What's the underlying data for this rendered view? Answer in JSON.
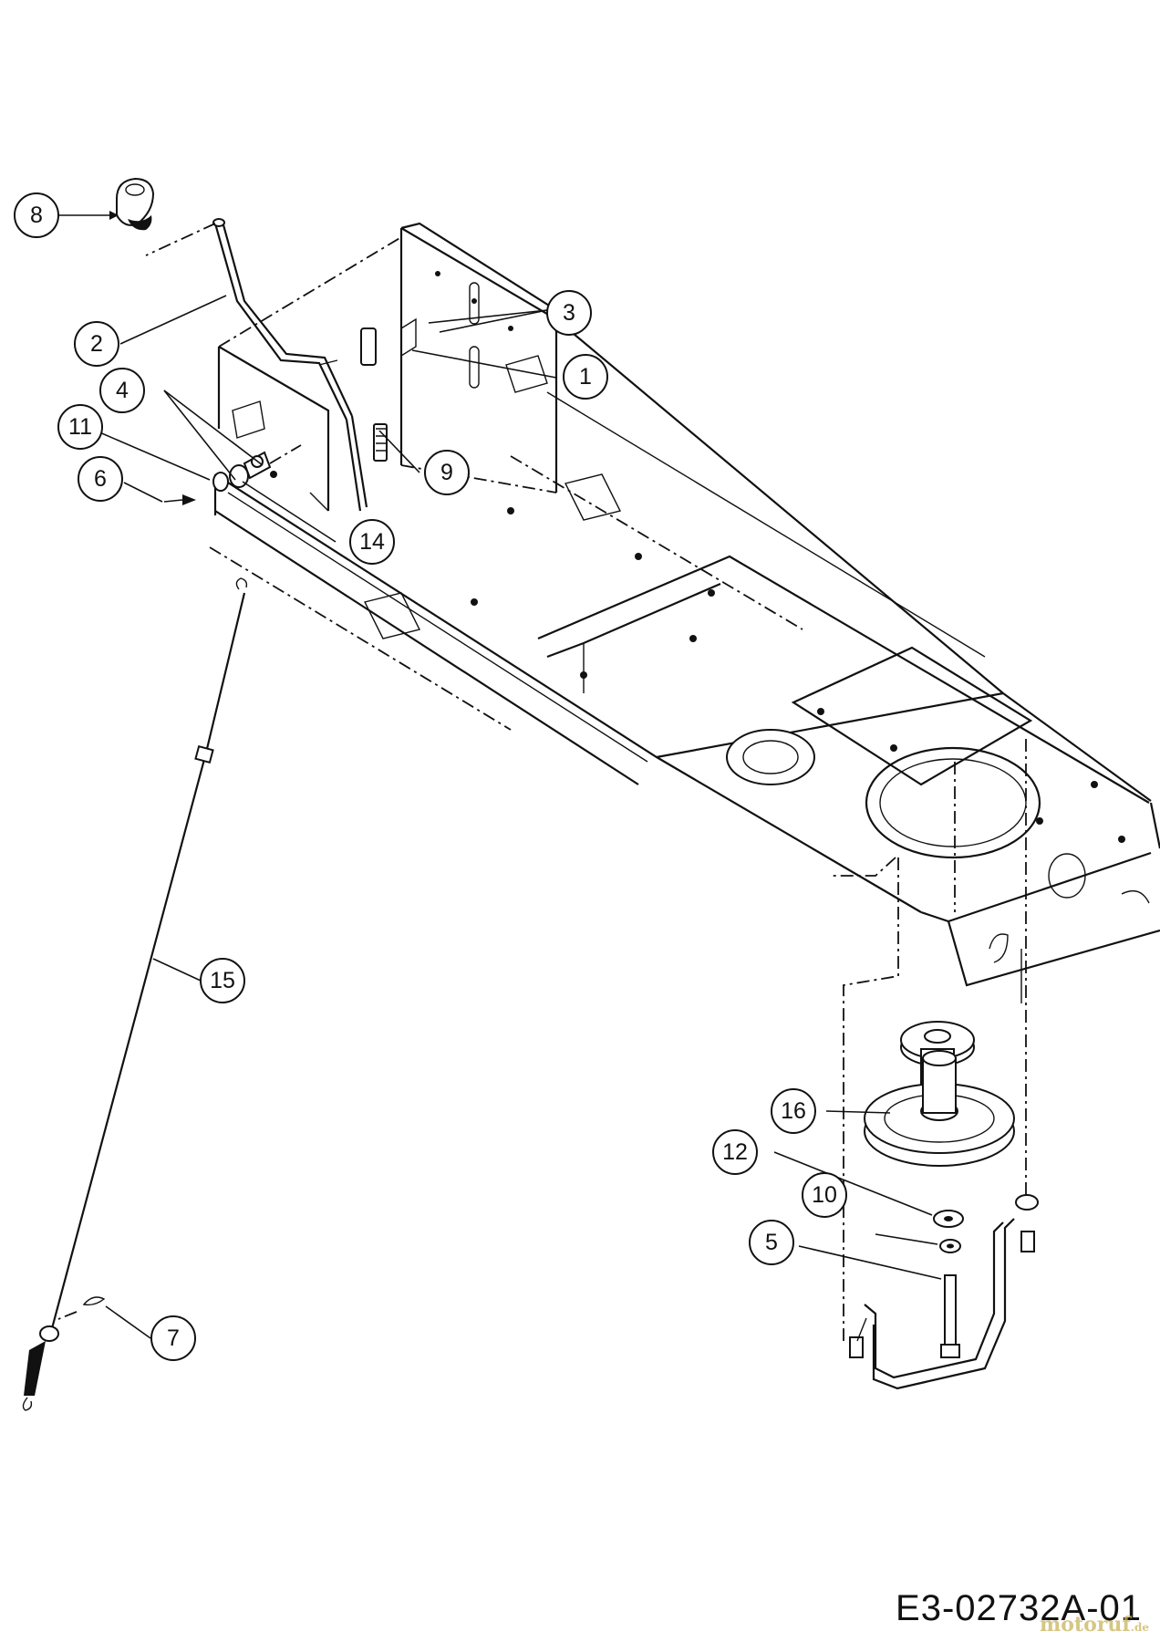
{
  "diagram": {
    "drawing_code": "E3-02732A-01",
    "watermark": {
      "name": "motoruf",
      "tld": ".de"
    },
    "callouts": [
      {
        "id": "callout-1",
        "label": "1"
      },
      {
        "id": "callout-2",
        "label": "2"
      },
      {
        "id": "callout-3",
        "label": "3"
      },
      {
        "id": "callout-4",
        "label": "4"
      },
      {
        "id": "callout-5",
        "label": "5"
      },
      {
        "id": "callout-6",
        "label": "6"
      },
      {
        "id": "callout-7",
        "label": "7"
      },
      {
        "id": "callout-8",
        "label": "8"
      },
      {
        "id": "callout-9",
        "label": "9"
      },
      {
        "id": "callout-10",
        "label": "10"
      },
      {
        "id": "callout-11",
        "label": "11"
      },
      {
        "id": "callout-12",
        "label": "12"
      },
      {
        "id": "callout-14",
        "label": "14"
      },
      {
        "id": "callout-15",
        "label": "15"
      },
      {
        "id": "callout-16",
        "label": "16"
      }
    ]
  }
}
